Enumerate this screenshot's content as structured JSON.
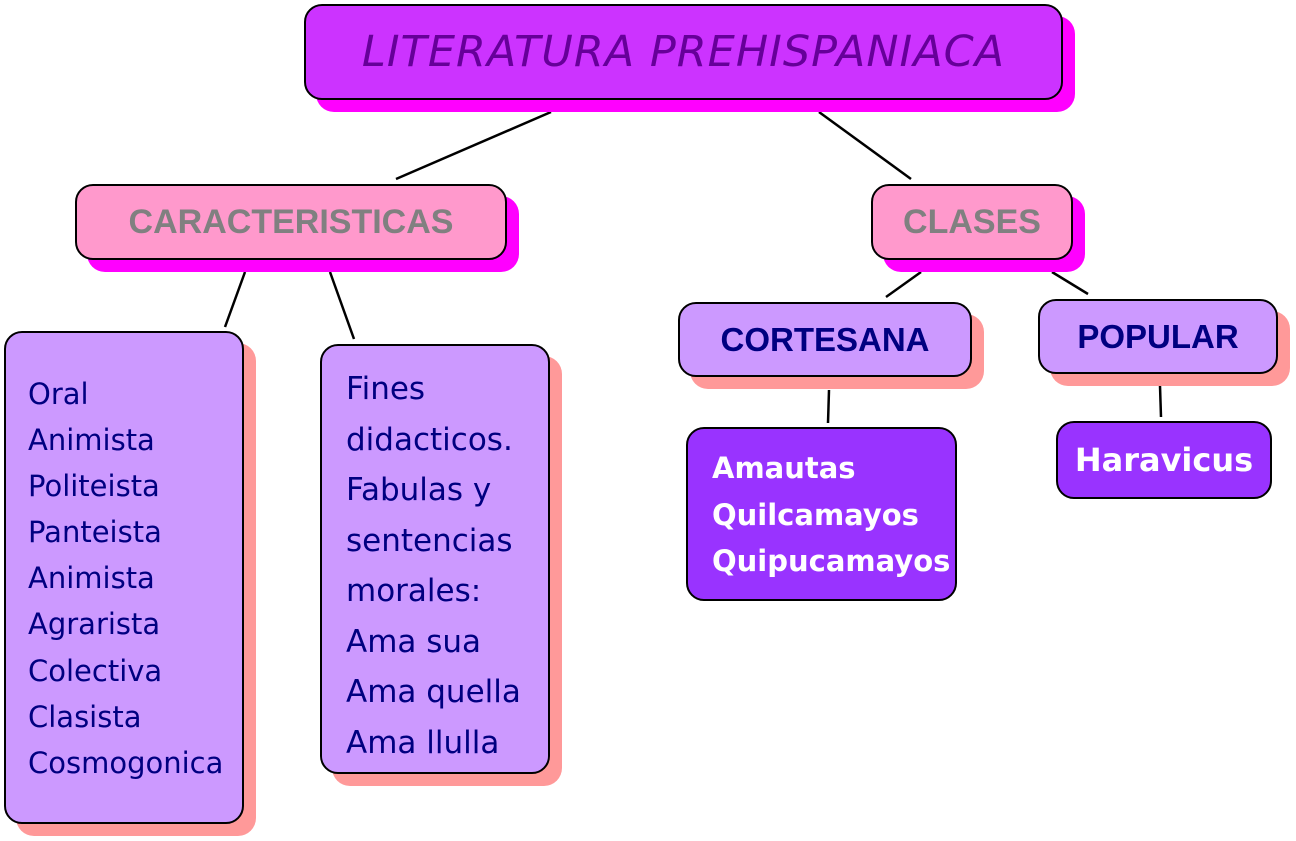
{
  "root": {
    "title": "LITERATURA PREHISPANIACA"
  },
  "characteristics": {
    "label": "CARACTERISTICAS",
    "list_one": [
      "Oral",
      "Animista",
      "Politeista",
      "Panteista",
      "Animista",
      "Agrarista",
      "Colectiva",
      "Clasista",
      "Cosmogonica"
    ],
    "list_two": [
      "Fines",
      "didacticos.",
      "Fabulas y",
      "sentencias",
      "morales:",
      "Ama sua",
      "Ama quella",
      "Ama llulla"
    ]
  },
  "classes": {
    "label": "CLASES",
    "cortesana": {
      "label": "CORTESANA",
      "items": [
        "Amautas",
        "Quilcamayos",
        "Quipucamayos"
      ]
    },
    "popular": {
      "label": "POPULAR",
      "items": [
        "Haravicus"
      ]
    }
  },
  "colors": {
    "title_fill": "#cc33ff",
    "title_text": "#660099",
    "shadow_magenta": "#ff00ff",
    "pink_fill": "#ff99cc",
    "pink_text": "#808080",
    "lavender_fill": "#cc99ff",
    "shadow_salmon": "#ff9999",
    "navy_text": "#000080",
    "violet_fill": "#9933ff"
  }
}
